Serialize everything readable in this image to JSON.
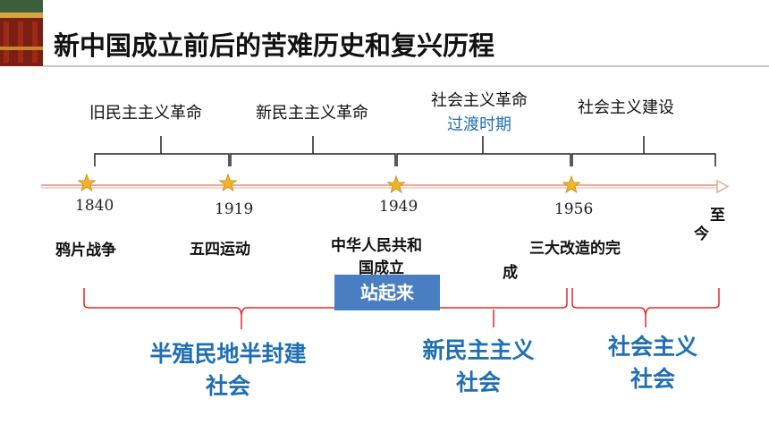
{
  "title": "新中国成立前后的苦难历史和复兴历程",
  "eras": {
    "old_democratic": "旧民主主义革命",
    "new_democratic": "新民主主义革命",
    "socialist_revolution": "社会主义革命",
    "transition": "过渡时期",
    "socialist_construction": "社会主义建设"
  },
  "years": {
    "y1840": "1840",
    "y1919": "1919",
    "y1949": "1949",
    "y1956": "1956",
    "present_1": "至",
    "present_2": "今"
  },
  "events": {
    "opium_war": "鸦片战争",
    "may_fourth": "五四运动",
    "prc_line1": "中华人民共和",
    "prc_line2": "国成立",
    "three_reforms": "三大改造的完",
    "three_reforms_end": "成"
  },
  "stand_up": "站起来",
  "societies": {
    "semi_colonial_line1": "半殖民地半封建",
    "semi_colonial_line2": "社会",
    "new_democratic_line1": "新民主主义",
    "new_democratic_line2": "社会",
    "socialist_line1": "社会主义",
    "socialist_line2": "社会"
  },
  "colors": {
    "accent_blue": "#1f6fb4",
    "bracket_red": "#e0292b",
    "star_gold": "#f0b429",
    "timeline_line": "#e8a89a",
    "stand_up_box": "#4a7ec2"
  }
}
